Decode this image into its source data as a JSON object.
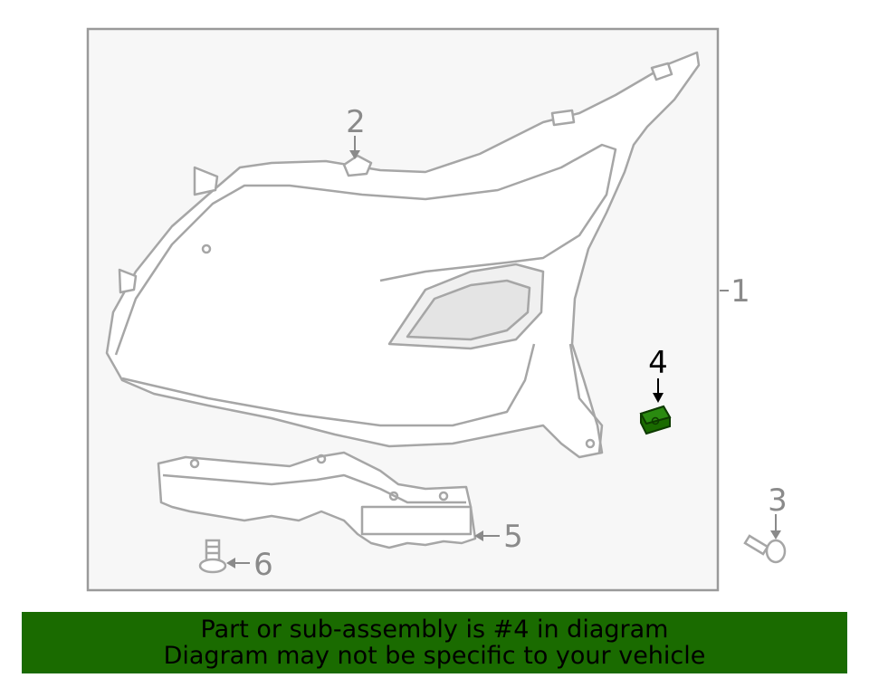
{
  "colors": {
    "frame_border": "#9a9a9a",
    "frame_fill": "#f7f7f7",
    "line_art": "#a6a6a6",
    "highlight_part": "#1a6b00",
    "banner_background": "#1a6b00"
  },
  "callouts": {
    "part_1": "1",
    "part_2": "2",
    "part_3": "3",
    "part_4": "4",
    "part_5": "5",
    "part_6": "6"
  },
  "highlighted_part": "4",
  "banner": {
    "line1": "Part or sub-assembly is #4 in diagram",
    "line2": "Diagram may not be specific to your vehicle"
  }
}
